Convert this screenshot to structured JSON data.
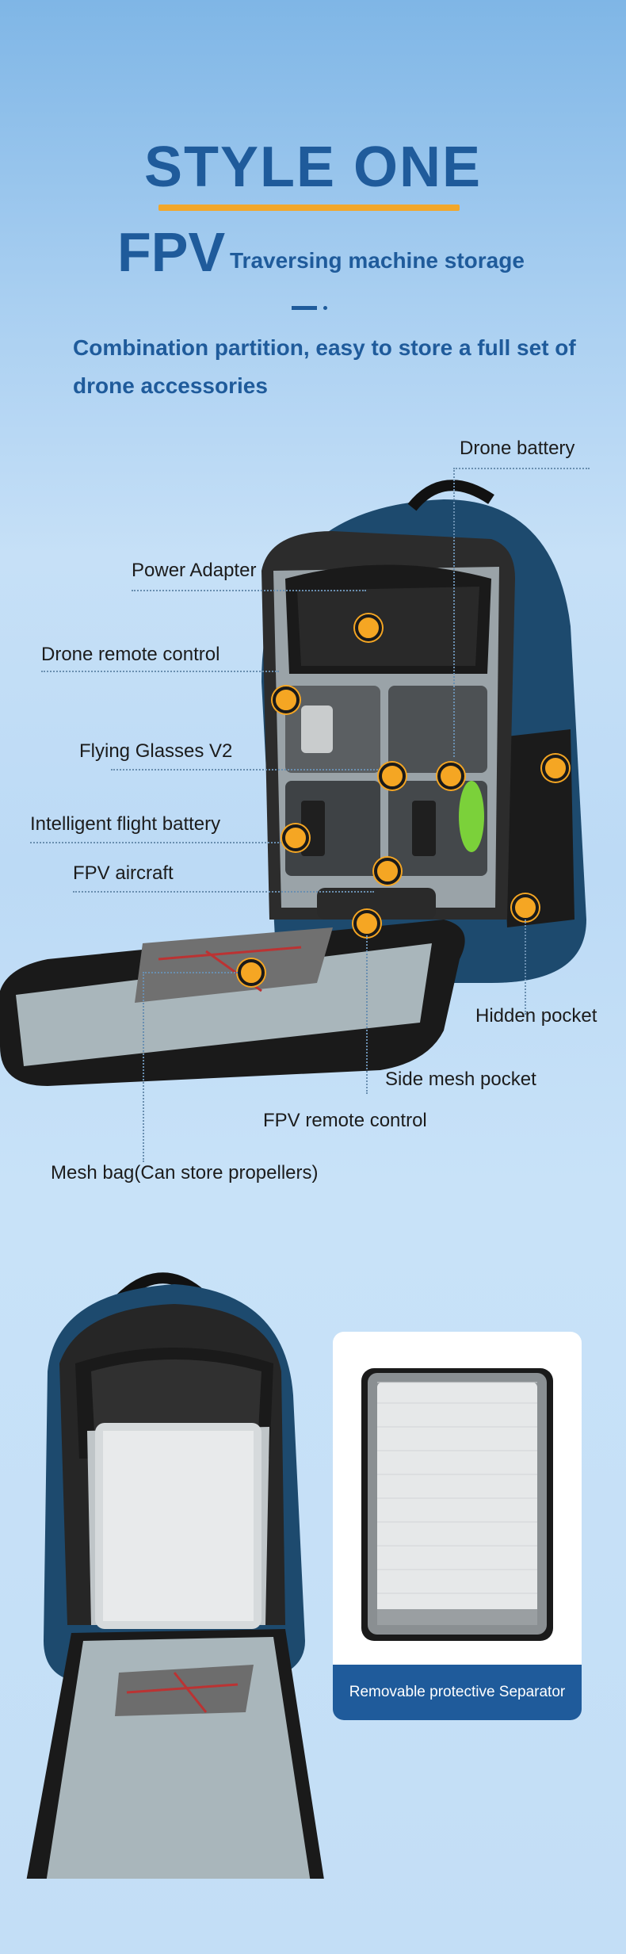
{
  "header": {
    "title": "STYLE ONE",
    "fpv": "FPV",
    "fpv_subtitle": "Traversing machine storage",
    "headline": "Combination partition, easy to store a full set of drone accessories"
  },
  "callouts": {
    "drone_battery": "Drone battery",
    "power_adapter": "Power Adapter",
    "drone_remote_control": "Drone remote control",
    "flying_glasses": "Flying Glasses V2",
    "intelligent_battery": "Intelligent flight battery",
    "fpv_aircraft": "FPV aircraft",
    "hidden_pocket": "Hidden pocket",
    "side_mesh_pocket": "Side mesh pocket",
    "fpv_remote_control": "FPV remote control",
    "mesh_bag": "Mesh bag(Can store propellers)"
  },
  "separator_card": {
    "caption": "Removable protective Separator"
  },
  "colors": {
    "brand_blue": "#1f5b9b",
    "accent_orange": "#f2a72a",
    "bag_navy": "#1d4a6e",
    "marker": "#f5a623"
  }
}
